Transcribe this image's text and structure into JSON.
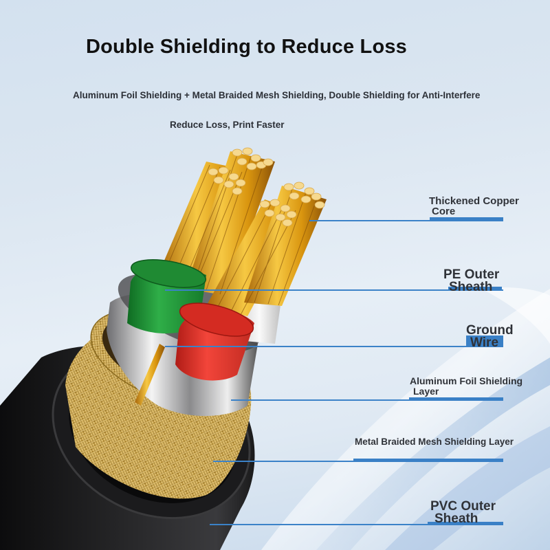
{
  "header": {
    "title": "Double Shielding to Reduce Loss",
    "subtitle_line1": "Aluminum Foil Shielding + Metal Braided Mesh Shielding, Double Shielding for Anti-Interfere",
    "subtitle_line2": "Reduce Loss, Print Faster"
  },
  "callouts": [
    {
      "line1": "Thickened Copper",
      "line2": "Core"
    },
    {
      "line1": "PE Outer",
      "line2": "Sheath"
    },
    {
      "line1": "Ground",
      "line2": "Wire"
    },
    {
      "line1": "Aluminum Foil Shielding",
      "line2": "Layer"
    },
    {
      "line1": "Metal Braided Mesh Shielding Layer",
      "line2": ""
    },
    {
      "line1": "PVC Outer",
      "line2": "Sheath"
    }
  ],
  "colors": {
    "leader_line": "#3b82c8",
    "copper": "#e0a51c",
    "green_insulation": "#1f9a38",
    "red_insulation": "#e0302a",
    "white_insulation": "#e8e8e8",
    "braid": "#c9a44a",
    "pvc_jacket": "#1c1c1e"
  }
}
